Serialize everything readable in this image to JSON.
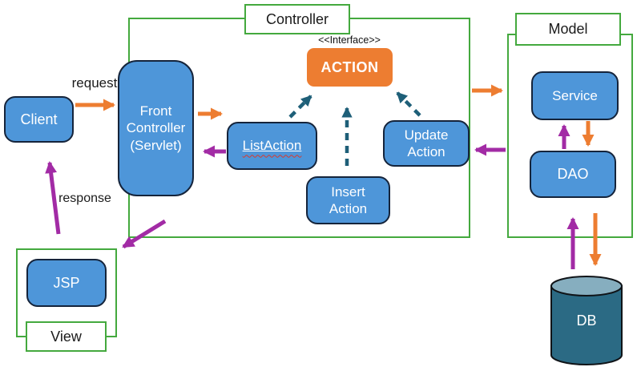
{
  "diagram": {
    "regions": {
      "controller": {
        "label": "Controller"
      },
      "model": {
        "label": "Model"
      },
      "view": {
        "label": "View"
      }
    },
    "nodes": {
      "client": {
        "label": "Client"
      },
      "front_controller": {
        "label": "Front Controller (Servlet)"
      },
      "list_action": {
        "label": "ListAction"
      },
      "insert_action": {
        "label": "Insert Action"
      },
      "update_action": {
        "label": "Update Action"
      },
      "action": {
        "label": "ACTION",
        "stereotype": "<<Interface>>"
      },
      "service": {
        "label": "Service"
      },
      "dao": {
        "label": "DAO"
      },
      "jsp": {
        "label": "JSP"
      },
      "db": {
        "label": "DB"
      }
    },
    "edge_labels": {
      "request": "request",
      "response": "response"
    },
    "edges": [
      {
        "from": "client",
        "to": "front_controller",
        "label": "request",
        "color": "orange",
        "style": "solid"
      },
      {
        "from": "front_controller",
        "to": "list_action",
        "color": "orange",
        "style": "solid"
      },
      {
        "from": "list_action",
        "to": "front_controller",
        "color": "purple",
        "style": "solid"
      },
      {
        "from": "list_action",
        "to": "action",
        "color": "teal",
        "style": "dashed"
      },
      {
        "from": "insert_action",
        "to": "action",
        "color": "teal",
        "style": "dashed"
      },
      {
        "from": "update_action",
        "to": "action",
        "color": "teal",
        "style": "dashed"
      },
      {
        "from": "controller",
        "to": "model",
        "color": "orange",
        "style": "solid"
      },
      {
        "from": "model",
        "to": "update_action",
        "color": "purple",
        "style": "solid"
      },
      {
        "from": "service",
        "to": "dao",
        "color": "orange",
        "style": "solid"
      },
      {
        "from": "dao",
        "to": "service",
        "color": "purple",
        "style": "solid"
      },
      {
        "from": "dao",
        "to": "db",
        "color": "orange",
        "style": "solid"
      },
      {
        "from": "db",
        "to": "dao",
        "color": "purple",
        "style": "solid"
      },
      {
        "from": "front_controller",
        "to": "jsp",
        "color": "purple",
        "style": "solid"
      },
      {
        "from": "jsp",
        "to": "client",
        "label": "response",
        "color": "purple",
        "style": "solid"
      }
    ],
    "colors": {
      "node_fill": "#4E96D9",
      "node_border": "#15243B",
      "accent_orange": "#ED7D31",
      "arrow_purple": "#A22BA5",
      "arrow_teal": "#1E5F78",
      "region_green": "#44A93E",
      "db_body": "#2B6A84",
      "db_top": "#86AEBF"
    }
  }
}
